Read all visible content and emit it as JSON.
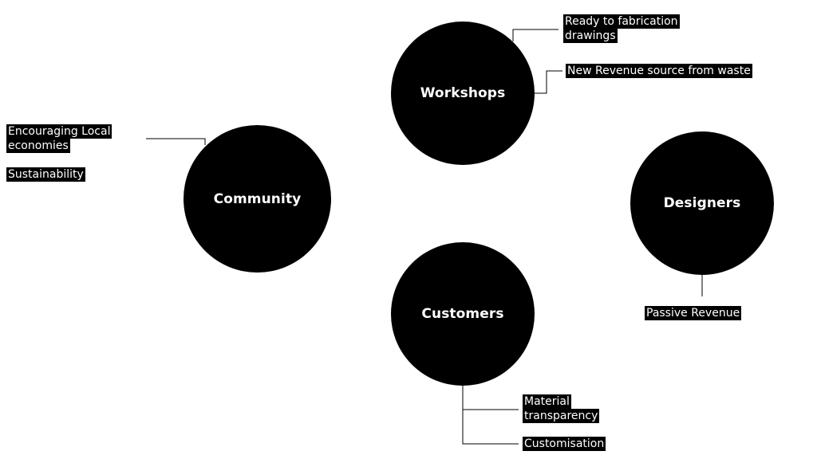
{
  "nodes": {
    "workshops": "Workshops",
    "community": "Community",
    "designers": "Designers",
    "customers": "Customers"
  },
  "labels": {
    "workshops_fabrication": [
      "Ready to fabrication",
      "drawings"
    ],
    "workshops_revenue": "New Revenue source from waste",
    "community_local": [
      "Encouraging Local",
      "economies"
    ],
    "community_sustainability": "Sustainability",
    "designers_passive": "Passive Revenue",
    "customers_material": [
      "Material",
      "transparency"
    ],
    "customers_customisation": "Customisation"
  },
  "colors": {
    "node_fill": "#000000",
    "node_text": "#ffffff",
    "label_bg": "#000000",
    "label_text": "#ffffff",
    "connector": "#000000"
  }
}
